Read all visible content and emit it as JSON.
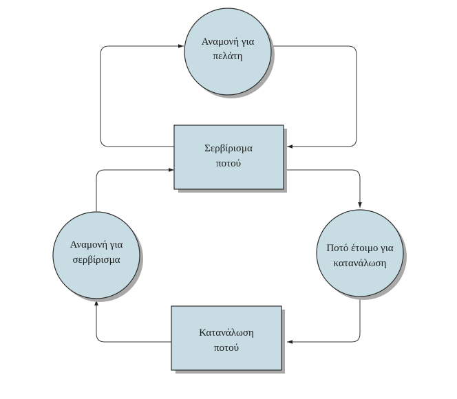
{
  "colors": {
    "node_fill": "#c7dde3",
    "node_stroke": "#2b2b2b",
    "shadow": "#a9a9a9",
    "edge": "#333333"
  },
  "nodes": {
    "wait_customer": {
      "shape": "circle",
      "lines": [
        "Αναμονή για",
        "πελάτη"
      ]
    },
    "serve_drink": {
      "shape": "rect",
      "lines": [
        "Σερβίρισμα",
        "ποτού"
      ]
    },
    "drink_ready": {
      "shape": "circle",
      "lines": [
        "Ποτό έτοιμο για",
        "κατανάλωση"
      ]
    },
    "consume_drink": {
      "shape": "rect",
      "lines": [
        "Κατανάλωση",
        "ποτού"
      ]
    },
    "wait_serve": {
      "shape": "circle",
      "lines": [
        "Αναμονή για",
        "σερβίρισμα"
      ]
    }
  },
  "edges": [
    {
      "from": "serve_drink",
      "to": "wait_customer"
    },
    {
      "from": "wait_customer",
      "to": "serve_drink"
    },
    {
      "from": "serve_drink",
      "to": "drink_ready"
    },
    {
      "from": "drink_ready",
      "to": "consume_drink"
    },
    {
      "from": "consume_drink",
      "to": "wait_serve"
    },
    {
      "from": "wait_serve",
      "to": "serve_drink"
    }
  ]
}
